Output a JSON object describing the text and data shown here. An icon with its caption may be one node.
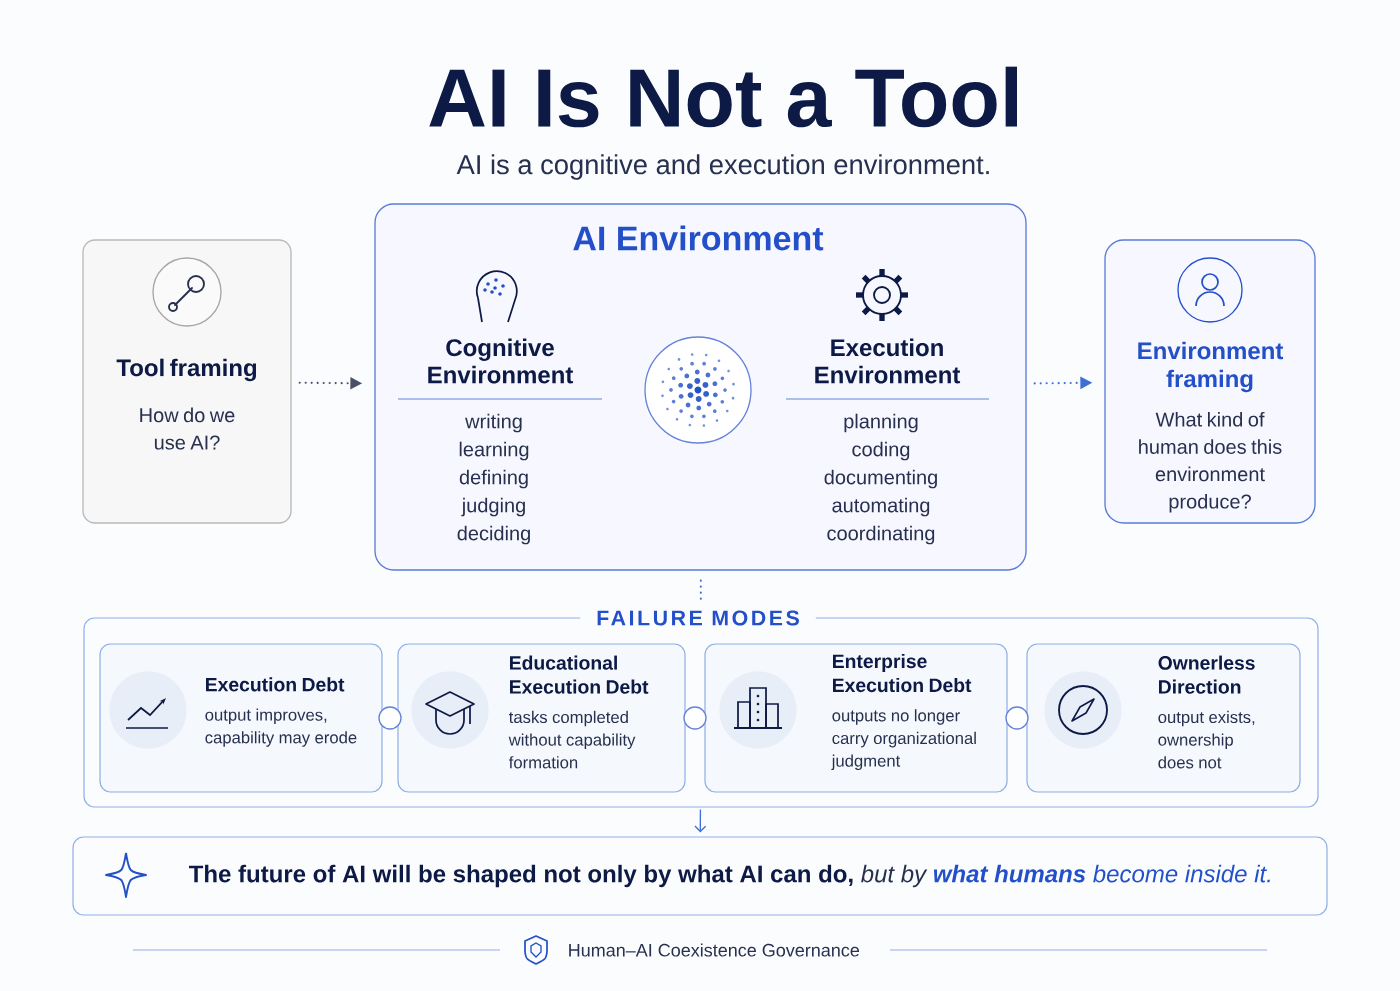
{
  "diagram": {
    "title": "AI Is Not a Tool",
    "nodes": [
      {
        "text": [
          "Tool framing",
          "How do we use AI?"
        ]
      },
      {
        "text": [
          "AI Environment"
        ]
      },
      {
        "text": [
          "Cognitive Environment",
          "writing",
          "learning",
          "defining",
          "judging",
          "deciding"
        ],
        "in": 1
      },
      {
        "text": [],
        "shape": "circle",
        "in": 1
      },
      {
        "text": [
          "Execution Environment",
          "planning",
          "coding",
          "documenting",
          "automating",
          "coordinating"
        ],
        "in": 1
      },
      {
        "text": [
          "Environment framing",
          "What kind of human does this environment produce?"
        ]
      },
      {
        "text": [
          "FAILURE MODES"
        ]
      },
      {
        "text": [
          "Execution Debt",
          "output improves, capability may erode"
        ],
        "in": 6
      },
      {
        "text": [
          "Educational Execution Debt",
          "tasks completed without capability formation"
        ],
        "in": 6
      },
      {
        "text": [
          "Enterprise Execution Debt",
          "outputs no longer carry organizational judgment"
        ],
        "in": 6
      },
      {
        "text": [
          "Ownerless Direction",
          "output exists, ownership does not"
        ],
        "in": 6
      },
      {
        "text": [
          "The future of AI will be shaped not only by what AI can do,",
          "but by",
          "what humans",
          "become inside it."
        ]
      }
    ],
    "edges": [
      {
        "from": 0,
        "to": 1,
        "arrow": "to",
        "style": "dashed",
        "color": "#4a5068"
      },
      {
        "from": 1,
        "to": 5,
        "arrow": "to",
        "style": "dashed"
      },
      {
        "from": 1,
        "to": 6,
        "arrow": "none",
        "style": "dashed"
      },
      {
        "from": 7,
        "to": 8,
        "arrow": "none"
      },
      {
        "from": 8,
        "to": 9,
        "arrow": "none"
      },
      {
        "from": 9,
        "to": 10,
        "arrow": "none"
      },
      {
        "from": 6,
        "to": 11,
        "arrow": "to"
      }
    ],
    "labels": [
      "AI is a cognitive and execution environment.",
      "Human–AI Coexistence Governance"
    ]
  }
}
